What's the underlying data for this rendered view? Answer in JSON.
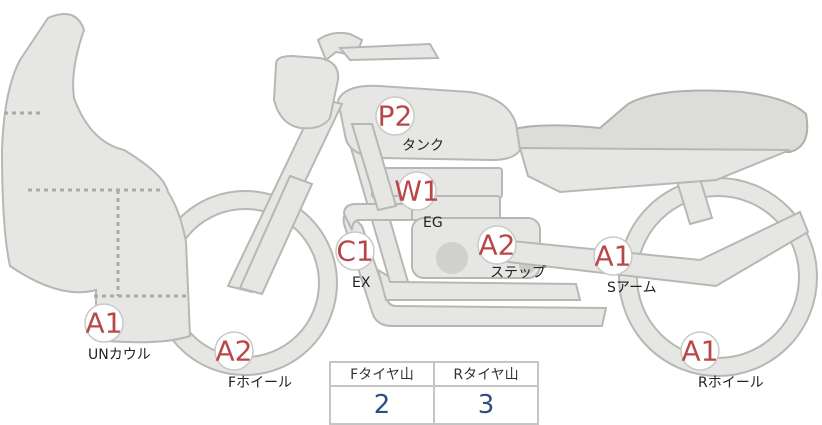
{
  "parts": [
    {
      "id": "p2",
      "code": "P2",
      "label": "タンク"
    },
    {
      "id": "w1",
      "code": "W1",
      "label": "EG"
    },
    {
      "id": "c1",
      "code": "C1",
      "label": "EX"
    },
    {
      "id": "a2step",
      "code": "A2",
      "label": "ステップ"
    },
    {
      "id": "a1arm",
      "code": "A1",
      "label": "Sアーム"
    },
    {
      "id": "a1cowl",
      "code": "A1",
      "label": "UNカウル"
    },
    {
      "id": "a2fw",
      "code": "A2",
      "label": "Fホイール"
    },
    {
      "id": "a1rw",
      "code": "A1",
      "label": "Rホイール"
    }
  ],
  "tire_table": {
    "headers": [
      "Fタイヤ山",
      "Rタイヤ山"
    ],
    "values": [
      "2",
      "3"
    ]
  },
  "colors": {
    "code": "#b8474a",
    "value": "#2e4d84",
    "body_fill": "#e6e6e4",
    "body_stroke": "#b7b7b3"
  }
}
